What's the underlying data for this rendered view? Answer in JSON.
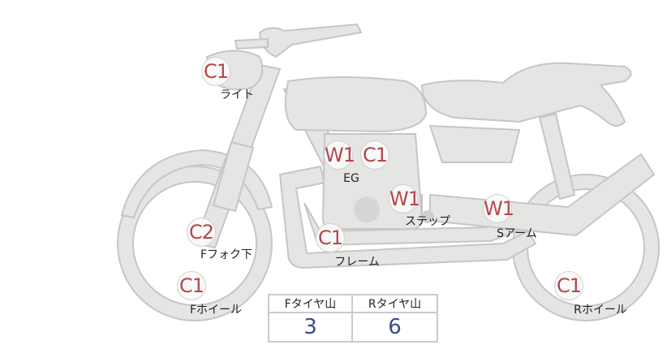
{
  "badges": [
    {
      "code": "C1",
      "label": "ライト"
    },
    {
      "code": "W1",
      "label": ""
    },
    {
      "code": "C1",
      "label": "EG"
    },
    {
      "code": "W1",
      "label": "ステップ"
    },
    {
      "code": "W1",
      "label": "Sアーム"
    },
    {
      "code": "C2",
      "label": "Fフォク下"
    },
    {
      "code": "C1",
      "label": "フレーム"
    },
    {
      "code": "C1",
      "label": "Fホイール"
    },
    {
      "code": "C1",
      "label": "Rホイール"
    }
  ],
  "tread_table": {
    "headers": [
      "Fタイヤ山",
      "Rタイヤ山"
    ],
    "values": [
      "3",
      "6"
    ]
  },
  "colors": {
    "badge_text": "#b4474b",
    "value_text": "#3a4d8c",
    "bike_fill": "#e5e5e3"
  }
}
